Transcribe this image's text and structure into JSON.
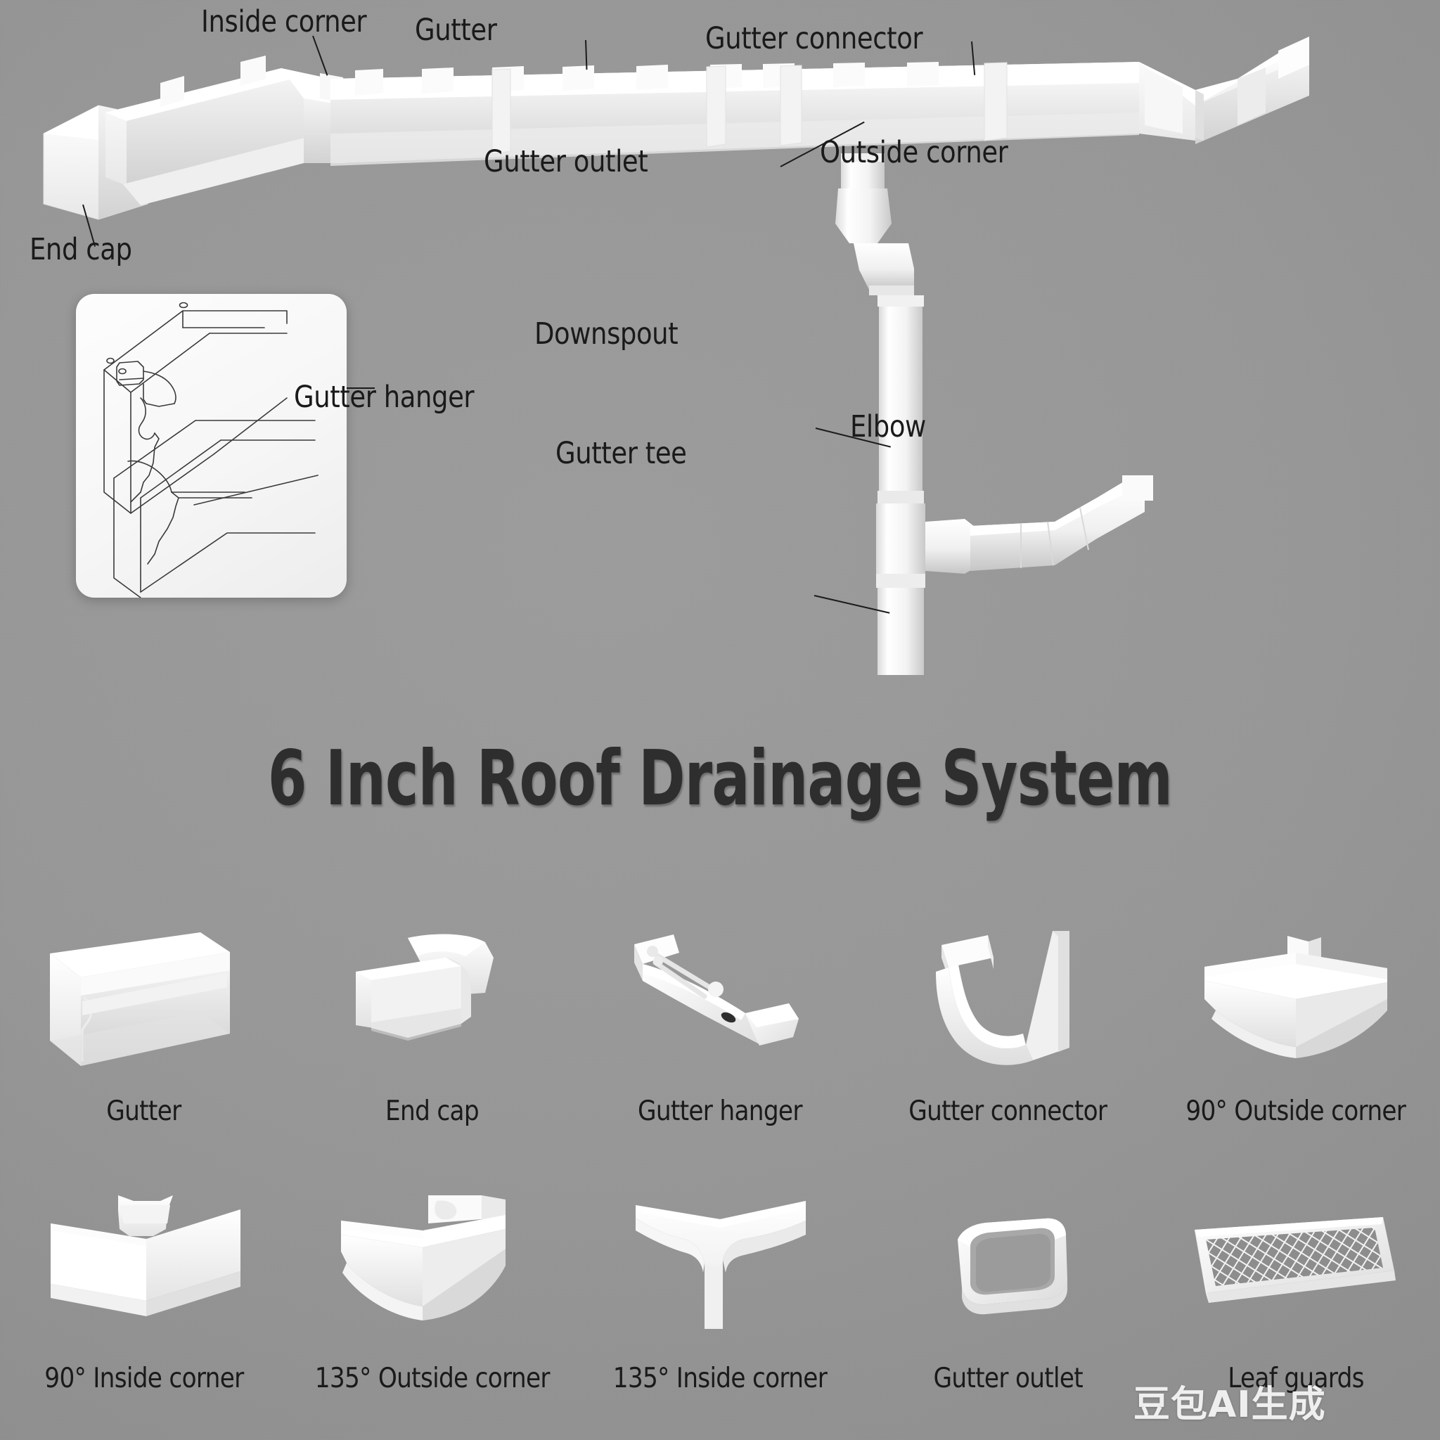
{
  "title": "6 Inch Roof Drainage System",
  "watermark": "豆包AI生成",
  "diagram_labels": {
    "end_cap": "End cap",
    "inside_corner": "Inside corner",
    "gutter": "Gutter",
    "gutter_connector": "Gutter connector",
    "outside_corner": "Outside corner",
    "gutter_outlet": "Gutter outlet",
    "downspout": "Downspout",
    "gutter_tee": "Gutter tee",
    "elbow": "Elbow",
    "gutter_hanger": "Gutter hanger"
  },
  "parts_grid": {
    "row1": [
      {
        "label": "Gutter",
        "art": "gutter"
      },
      {
        "label": "End cap",
        "art": "end-cap"
      },
      {
        "label": "Gutter hanger",
        "art": "gutter-hanger"
      },
      {
        "label": "Gutter connector",
        "art": "gutter-connector"
      },
      {
        "label": "90° Outside corner",
        "art": "outside-corner-90"
      }
    ],
    "row2": [
      {
        "label": "90° Inside corner",
        "art": "inside-corner-90"
      },
      {
        "label": "135° Outside corner",
        "art": "outside-corner-135"
      },
      {
        "label": "135° Inside corner",
        "art": "inside-corner-135"
      },
      {
        "label": "Gutter outlet",
        "art": "gutter-outlet"
      },
      {
        "label": "Leaf guards",
        "art": "leaf-guard"
      }
    ]
  },
  "colors": {
    "background_light": "#9c9c9c",
    "background_dark": "#888888",
    "product_white": "#ffffff",
    "product_shadow": "#d6d6d6",
    "text": "#1a1a1a",
    "title": "#2e2e2e",
    "inset_panel": "#fbfbfb"
  }
}
